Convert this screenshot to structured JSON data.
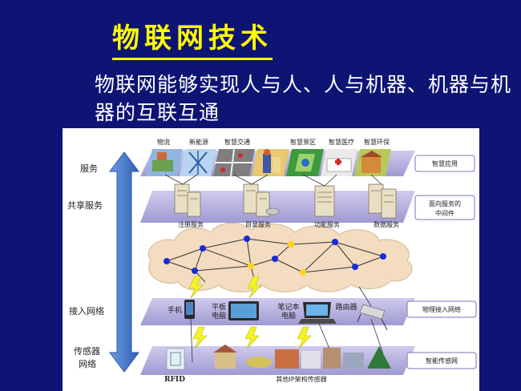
{
  "slide": {
    "title": "物联网技术",
    "subtitle": "物联网能够实现人与人、人与机器、机器与机器的互联互通"
  },
  "diagram": {
    "layers": {
      "service": "服务",
      "shared_service": "共享服务",
      "access_network": "接入网络",
      "sensor_network_line1": "传感器",
      "sensor_network_line2": "网络"
    },
    "applications": [
      "物流",
      "新能源",
      "智慧交通",
      "智慧景区",
      "智慧医疗",
      "智慧环保"
    ],
    "servers": [
      "注册服务",
      "目录服务",
      "功能服务",
      "数据服务"
    ],
    "devices": {
      "phone": "手机",
      "tablet_line1": "平板",
      "tablet_line2": "电脑",
      "laptop_line1": "笔记本",
      "laptop_line2": "电脑",
      "router": "路由器"
    },
    "sensors": {
      "rfid": "RFID",
      "other": "其他IP架构传感器"
    },
    "side_labels": {
      "smart_app": "智慧应用",
      "middleware_line1": "面向服务的",
      "middleware_line2": "中间件",
      "physical_access": "物理接入网络",
      "smart_sensor": "智能传感网"
    },
    "colors": {
      "slide_bg": "#0d1473",
      "title": "#ffff00",
      "arrow": "#4f7fd0",
      "band": "#b9b5e0",
      "cloud": "#f3dcc0",
      "node_blue": "#1a2bd6",
      "node_yellow": "#ffd21a",
      "lightning": "#f2f226"
    }
  }
}
